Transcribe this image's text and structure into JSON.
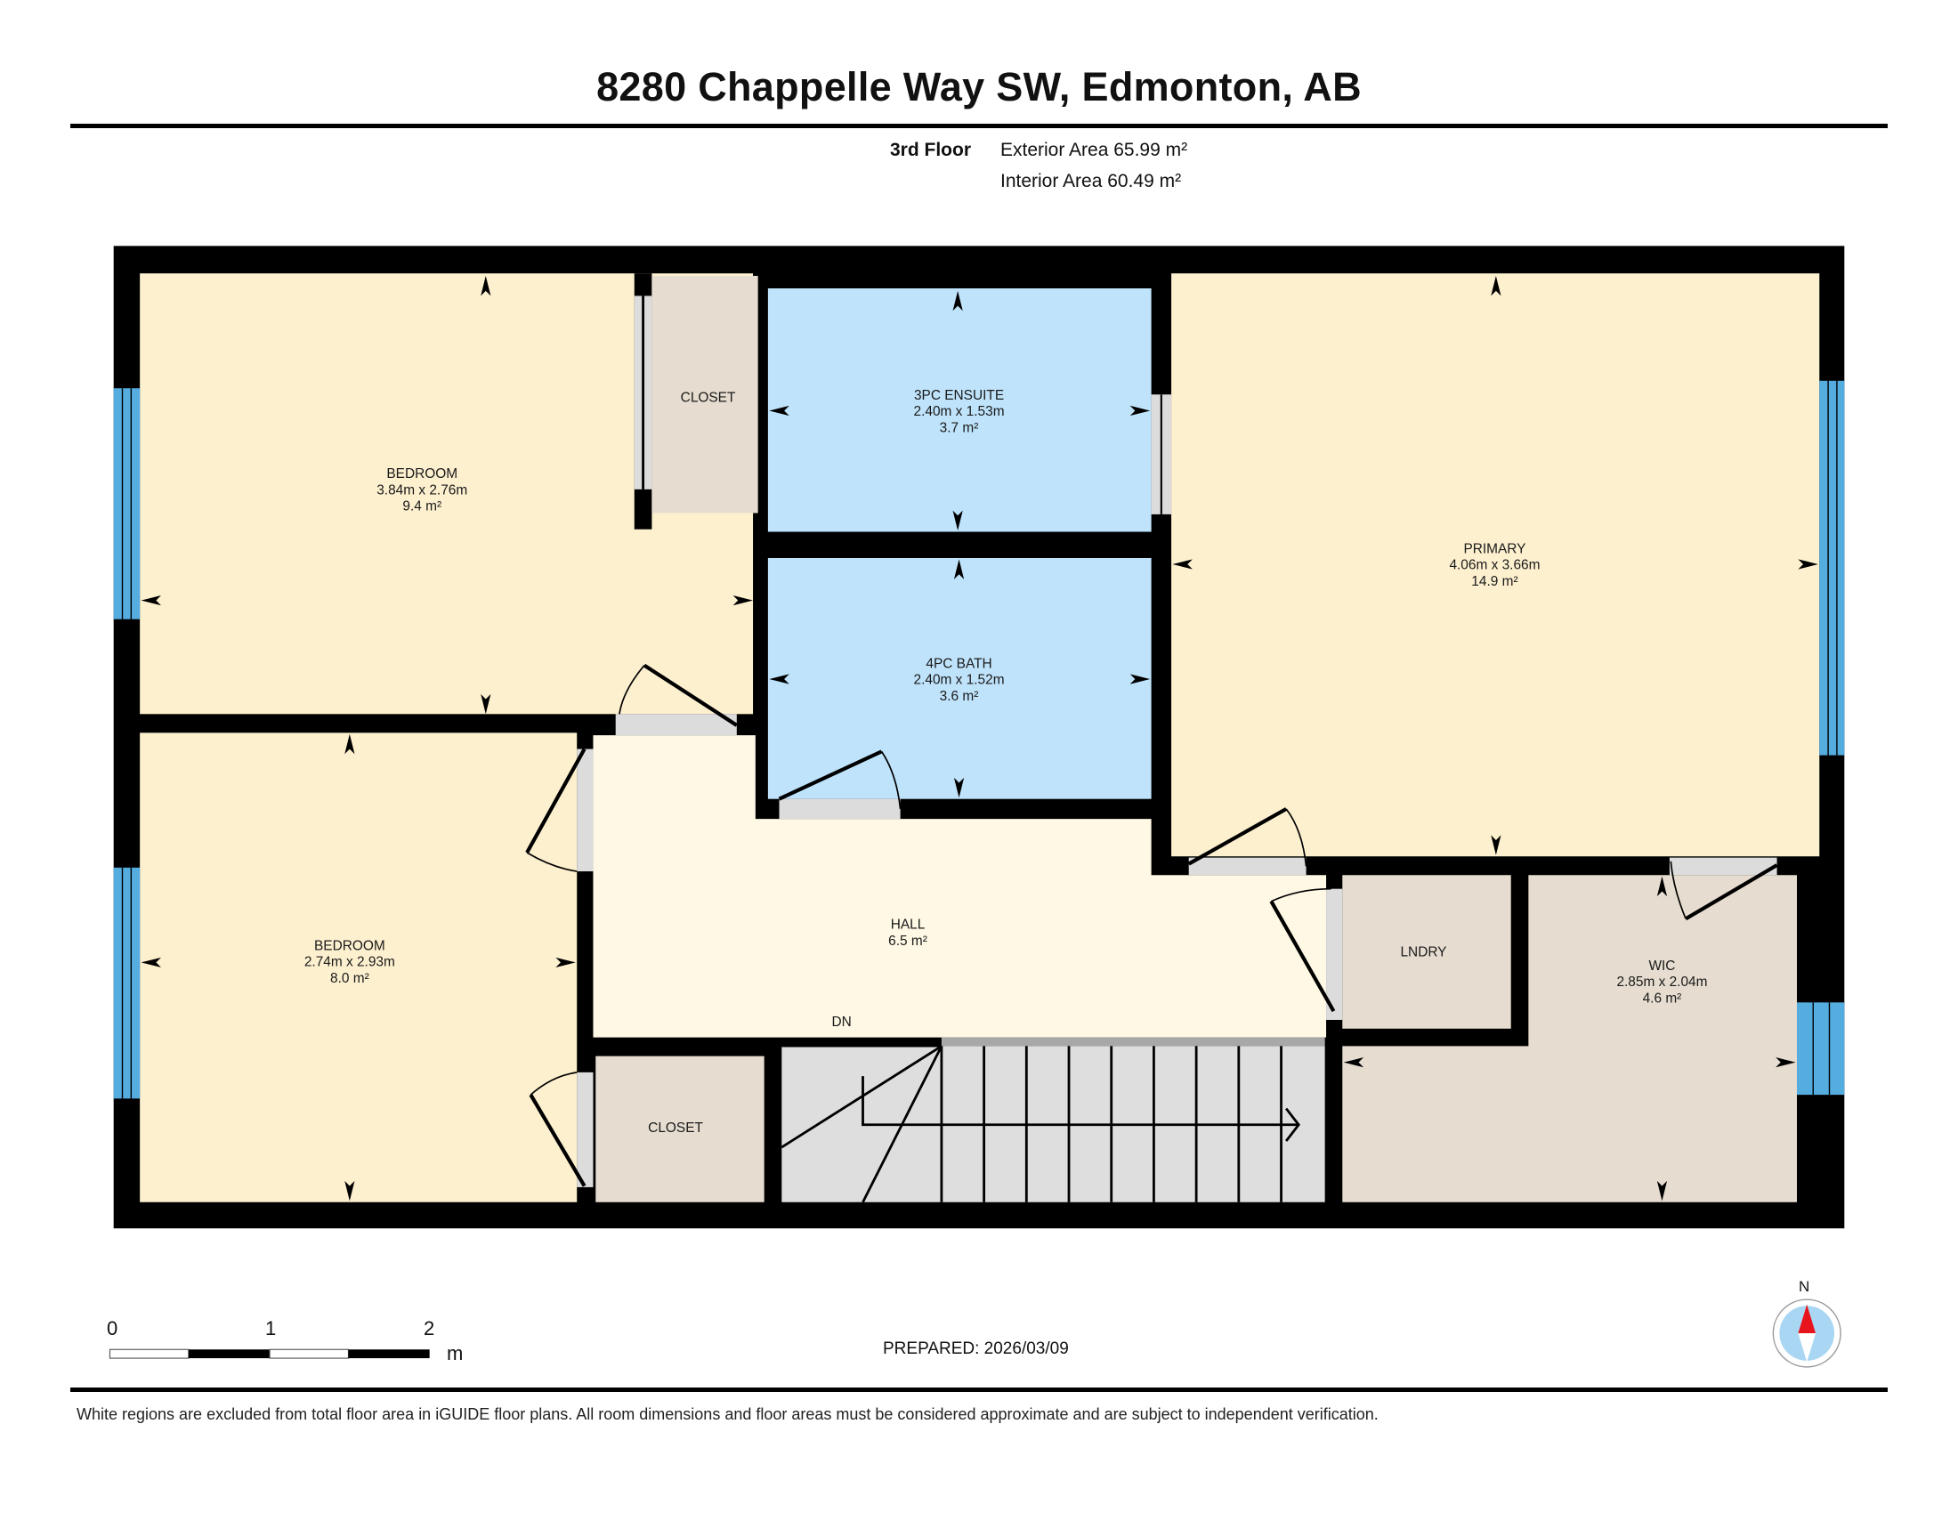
{
  "header": {
    "title": "8280 Chappelle Way SW, Edmonton, AB",
    "floor": "3rd Floor",
    "exterior_area": "Exterior Area 65.99 m²",
    "interior_area": "Interior Area 60.49 m²"
  },
  "rooms": [
    {
      "id": "bedroom-1",
      "name": "BEDROOM",
      "dims": "3.84m x 2.76m",
      "area": "9.4 m²"
    },
    {
      "id": "closet-1",
      "name": "CLOSET"
    },
    {
      "id": "ensuite",
      "name": "3PC ENSUITE",
      "dims": "2.40m x 1.53m",
      "area": "3.7 m²"
    },
    {
      "id": "bath",
      "name": "4PC BATH",
      "dims": "2.40m x 1.52m",
      "area": "3.6 m²"
    },
    {
      "id": "primary",
      "name": "PRIMARY",
      "dims": "4.06m x 3.66m",
      "area": "14.9 m²"
    },
    {
      "id": "bedroom-2",
      "name": "BEDROOM",
      "dims": "2.74m x 2.93m",
      "area": "8.0 m²"
    },
    {
      "id": "hall",
      "name": "HALL",
      "area": "6.5 m²"
    },
    {
      "id": "closet-2",
      "name": "CLOSET"
    },
    {
      "id": "lndry",
      "name": "LNDRY"
    },
    {
      "id": "wic",
      "name": "WIC",
      "dims": "2.85m x 2.04m",
      "area": "4.6 m²"
    }
  ],
  "stairs": {
    "label": "DN"
  },
  "colors": {
    "wall": "#000000",
    "bedroom_fill": "#fdf0cf",
    "hall_fill": "#fef8e4",
    "bath_fill": "#bfe3fb",
    "closet_fill": "#e6ddd0",
    "stairs_fill": "#dedede",
    "window": "#55acdf",
    "door_opening": "#dcdcdc",
    "compass_red": "#e8141c",
    "compass_blue": "#a9d7f3"
  },
  "scale_bar": {
    "ticks": [
      "0",
      "1",
      "2"
    ],
    "unit": "m"
  },
  "compass": {
    "label": "N"
  },
  "prepared": "PREPARED: 2026/03/09",
  "footer": {
    "disclaimer": "White regions are excluded from total floor area in iGUIDE floor plans. All room dimensions and floor areas must be considered approximate and are subject to independent verification."
  }
}
